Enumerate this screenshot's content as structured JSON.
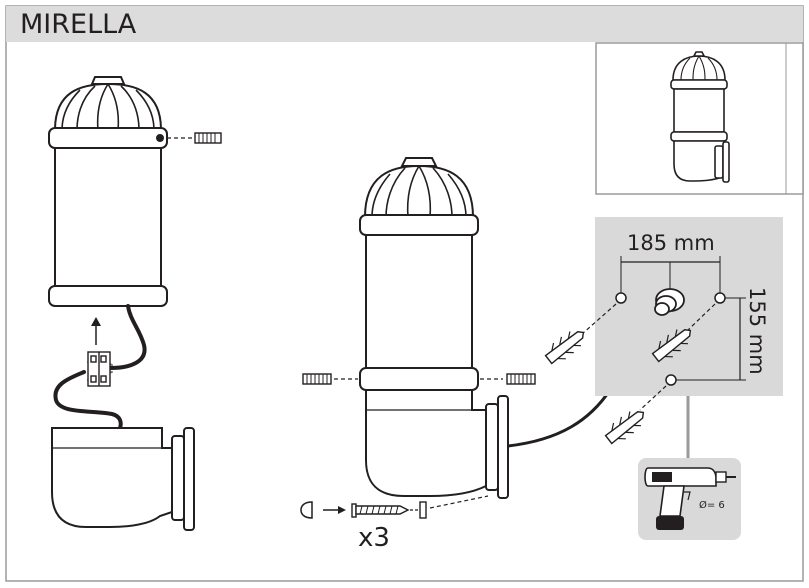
{
  "header": {
    "title": "MIRELLA"
  },
  "wall_template": {
    "width_label": "185 mm",
    "height_label": "155 mm"
  },
  "hardware": {
    "screw_count_label": "x3"
  },
  "drill": {
    "bit_label": "Ø= 6"
  },
  "colors": {
    "header_bg": "#dcdcdc",
    "panel_bg": "#d9d9d9",
    "frame": "#9a9a9a",
    "ink": "#231f20"
  }
}
